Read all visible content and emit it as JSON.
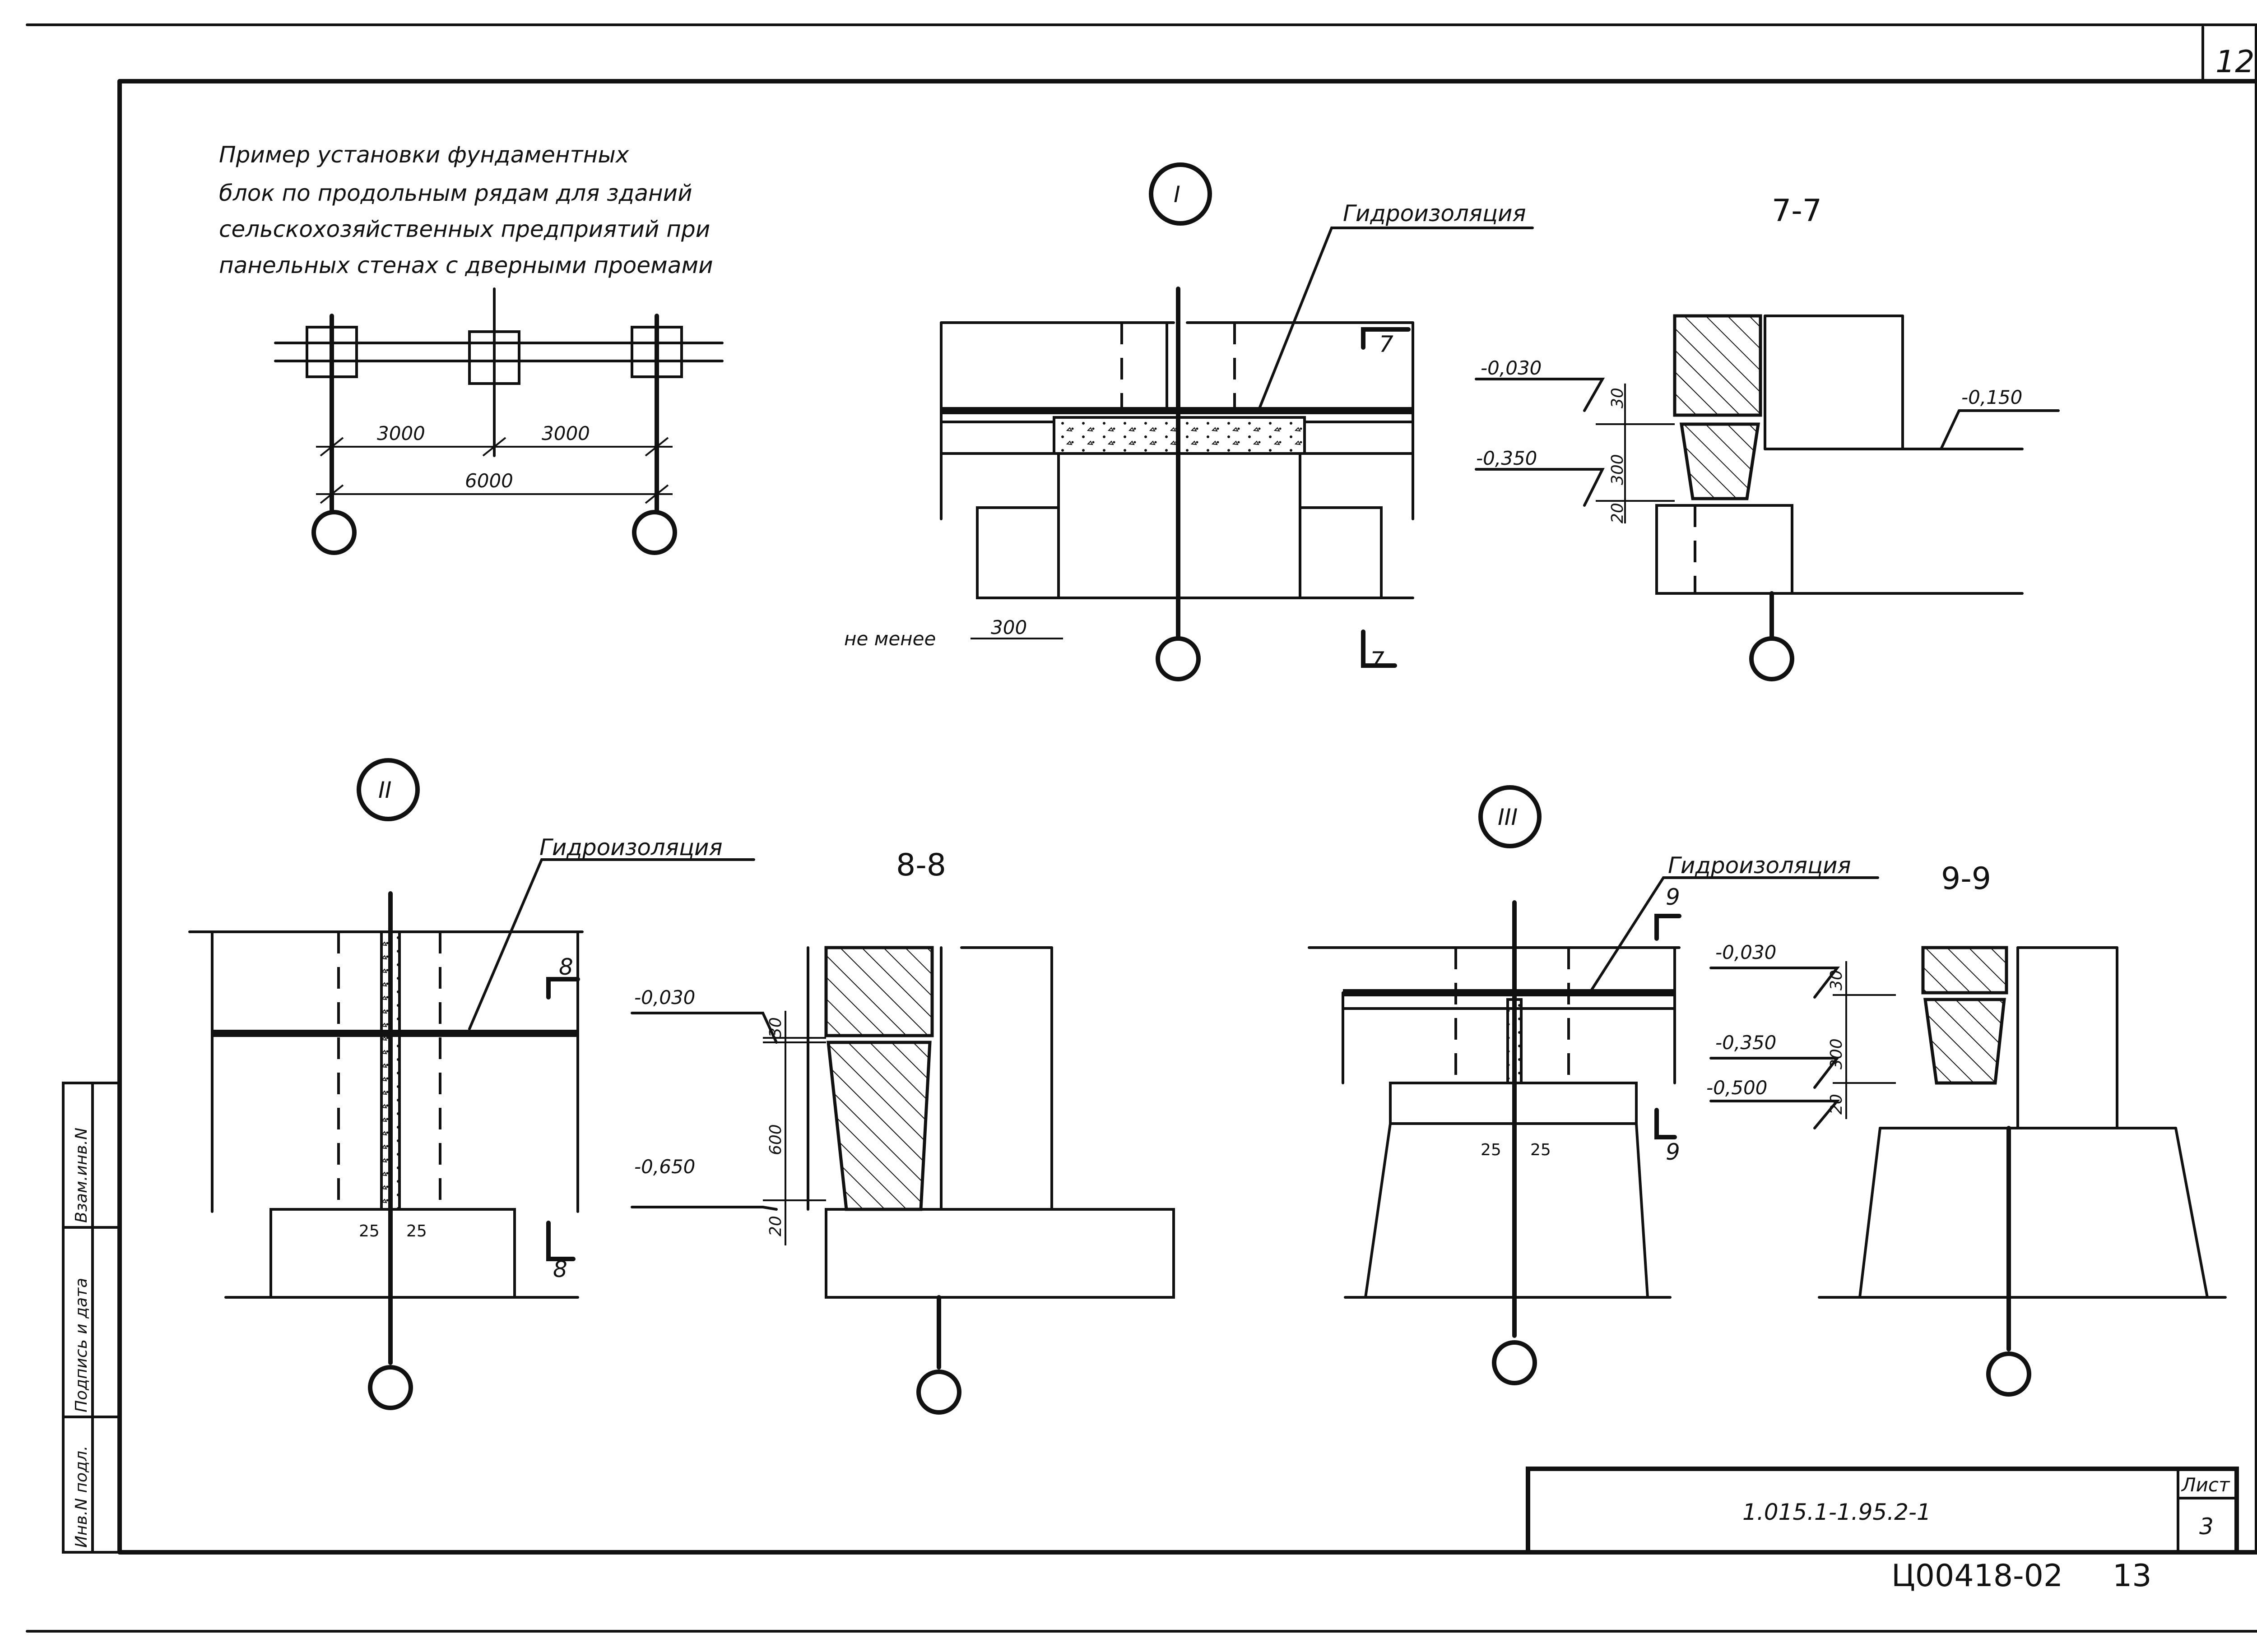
{
  "sheet": {
    "page_number": "12",
    "title_block": {
      "sheet_label": "Лист",
      "code": "1.015.1-1.95.2-1",
      "sheet_number": "3"
    },
    "archive_number": "Ц00418-02",
    "archive_suffix": "13",
    "side_stamp": [
      "Инв.N подл.",
      "Подпись и дата",
      "Взам.инв.N"
    ]
  },
  "plan": {
    "title_lines": [
      "Пример установки фундаментных",
      "блок по продольным рядам для зданий",
      "сельскохозяйственных предприятий при",
      "панельных стенах с дверными проемами"
    ],
    "dim_left": "3000",
    "dim_right": "3000",
    "dim_total": "6000"
  },
  "node_I": {
    "marker": "I",
    "waterproofing": "Гидроизоляция",
    "min_label": "не менее",
    "min_dim": "300",
    "cut": "7"
  },
  "section_7": {
    "title": "7-7",
    "lvl_top": "-0,030",
    "lvl_mid": "-0,350",
    "lvl_right": "-0,150",
    "d1": "30",
    "d2": "300",
    "d3": "20"
  },
  "node_II": {
    "marker": "II",
    "waterproofing": "Гидроизоляция",
    "cut": "8",
    "gap1": "25",
    "gap2": "25"
  },
  "section_8": {
    "title": "8-8",
    "lvl_top": "-0,030",
    "lvl_bot": "-0,650",
    "d1": "30",
    "d2": "600",
    "d3": "20"
  },
  "node_III": {
    "marker": "III",
    "waterproofing": "Гидроизоляция",
    "cut": "9",
    "gap1": "25",
    "gap2": "25"
  },
  "section_9": {
    "title": "9-9",
    "lvl_top": "-0,030",
    "lvl_mid": "-0,350",
    "lvl_bot": "-0,500",
    "d1": "30",
    "d2": "300",
    "d3": "20"
  }
}
